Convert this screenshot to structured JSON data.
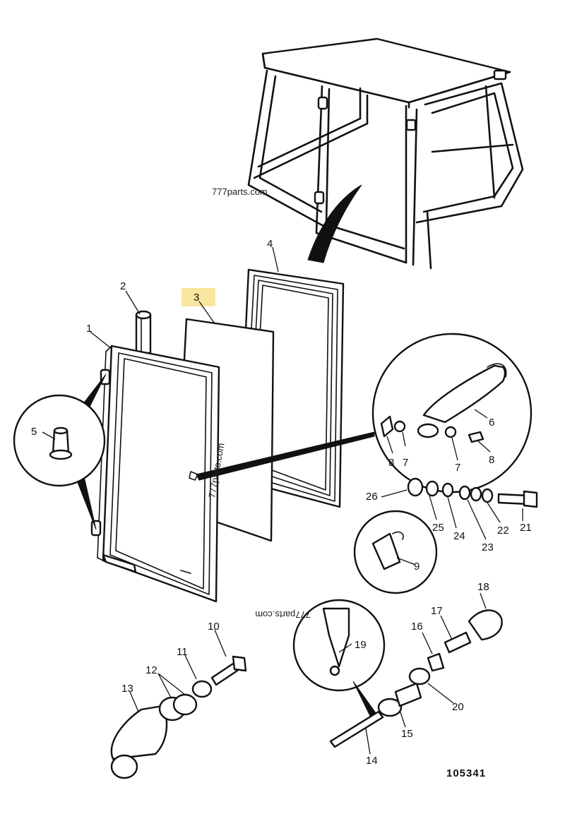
{
  "watermarks": [
    "777parts.com",
    "777parts.com",
    "777parts.com"
  ],
  "drawing_number": "105341",
  "highlight_color": "#f9e79f",
  "highlighted_part": "3",
  "parts": [
    "1",
    "2",
    "3",
    "4",
    "5",
    "6",
    "7",
    "7",
    "8",
    "8",
    "9",
    "10",
    "11",
    "12",
    "13",
    "14",
    "15",
    "16",
    "17",
    "18",
    "19",
    "20",
    "21",
    "22",
    "23",
    "24",
    "25",
    "26"
  ]
}
